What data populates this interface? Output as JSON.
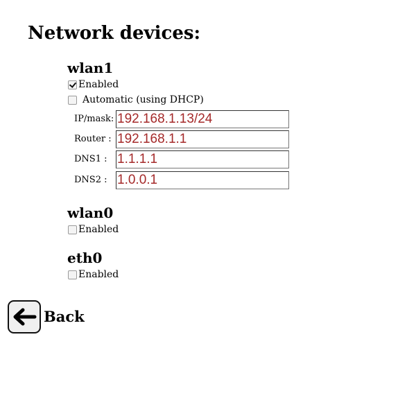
{
  "page": {
    "title": "Network devices:"
  },
  "devices": [
    {
      "name": "wlan1",
      "enabled_label": "Enabled",
      "enabled": true,
      "dhcp_label": "Automatic (using DHCP)",
      "dhcp": false,
      "fields": [
        {
          "label": "IP/mask:",
          "value": "192.168.1.13/24"
        },
        {
          "label": "Router :",
          "value": "192.168.1.1"
        },
        {
          "label": "DNS1 :",
          "value": "1.1.1.1"
        },
        {
          "label": "DNS2 :",
          "value": "1.0.0.1"
        }
      ]
    },
    {
      "name": "wlan0",
      "enabled_label": "Enabled",
      "enabled": false
    },
    {
      "name": "eth0",
      "enabled_label": "Enabled",
      "enabled": false
    }
  ],
  "back": {
    "label": "Back",
    "icon": "arrow-left-icon"
  },
  "colors": {
    "input_text": "#a52a2a",
    "text": "#000000"
  }
}
